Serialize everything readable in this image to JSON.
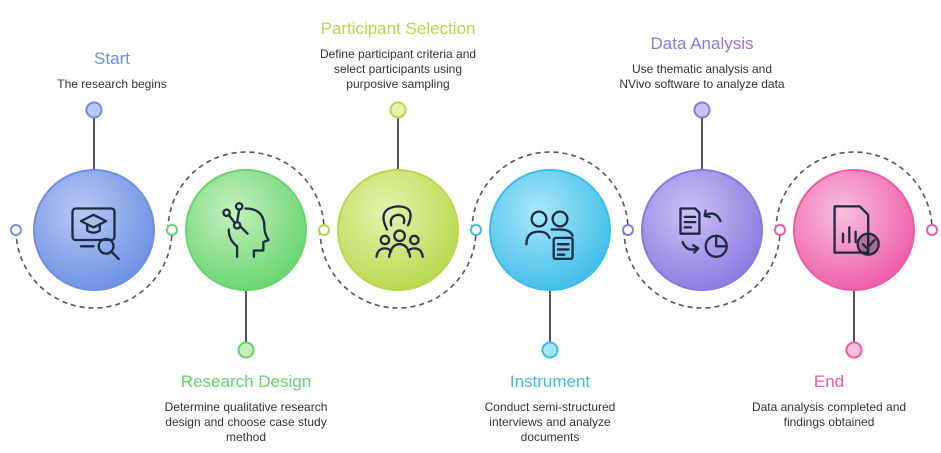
{
  "steps": [
    {
      "id": "start",
      "title": "Start",
      "description": [
        "The research begins"
      ],
      "color": "#6b8fe3",
      "light": "#b9c9f3",
      "icon": "graduation-cap-search-icon"
    },
    {
      "id": "research-design",
      "title": "Research Design",
      "description": [
        "Determine qualitative research",
        "design and choose case study",
        "method"
      ],
      "color": "#66d46e",
      "light": "#c5f0be",
      "icon": "head-network-icon"
    },
    {
      "id": "participant-selection",
      "title": "Participant Selection",
      "description": [
        "Define participant criteria and",
        "select participants using",
        "purposive sampling"
      ],
      "color": "#b7d84c",
      "light": "#e6f3ad",
      "icon": "group-selection-icon"
    },
    {
      "id": "instrument",
      "title": "Instrument",
      "description": [
        "Conduct semi-structured",
        "interviews and analyze",
        "documents"
      ],
      "color": "#3cbde9",
      "light": "#a9e7f8",
      "icon": "people-document-icon"
    },
    {
      "id": "data-analysis",
      "title": "Data Analysis",
      "description": [
        "Use thematic analysis and",
        "NVivo software to analyze data"
      ],
      "color": "#8b78e0",
      "light": "#cbc1f3",
      "icon": "document-pie-cycle-icon"
    },
    {
      "id": "end",
      "title": "End",
      "description": [
        "Data analysis completed and",
        "findings obtained"
      ],
      "color": "#ee5aa8",
      "light": "#f8bfdd",
      "icon": "report-check-icon"
    }
  ]
}
